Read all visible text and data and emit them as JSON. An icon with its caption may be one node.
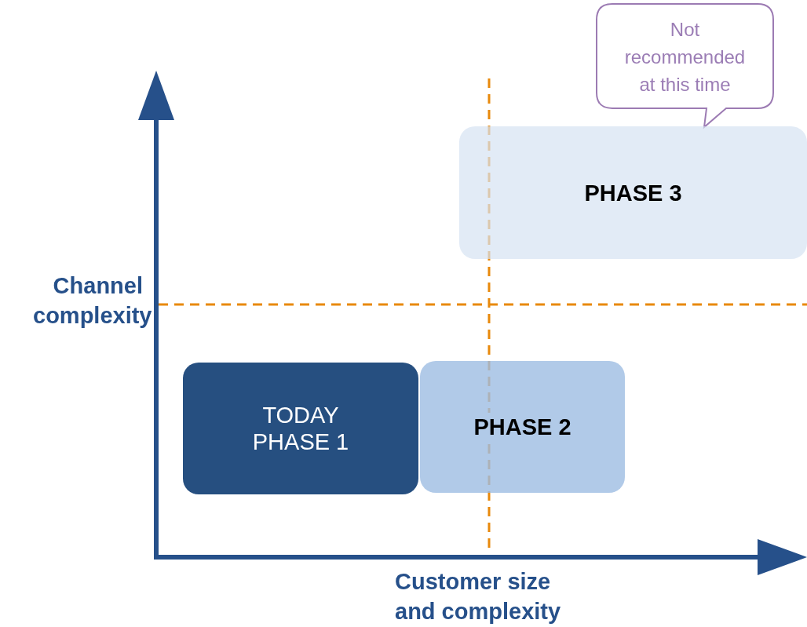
{
  "diagram": {
    "nodes": [
      {
        "text": [
          "TODAY PHASE 1"
        ]
      },
      {
        "text": [
          "PHASE 2"
        ]
      },
      {
        "text": [
          "PHASE 3"
        ]
      },
      {
        "text": [
          "Not recommended at this time"
        ]
      }
    ],
    "edges": [],
    "labels": [
      "Channel complexity",
      "Customer size and complexity"
    ]
  }
}
